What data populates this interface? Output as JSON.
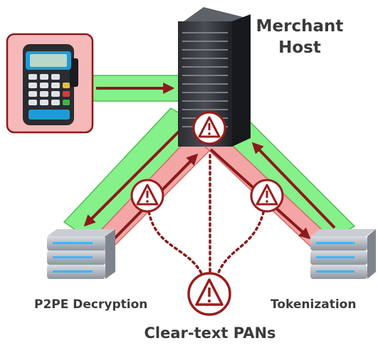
{
  "labels": {
    "merchant_host_line1": "Merchant",
    "merchant_host_line2": "Host",
    "p2pe": "P2PE Decryption",
    "tokenization": "Tokenization",
    "clear_text": "Clear-text PANs"
  },
  "icons": {
    "terminal": "payment-terminal-icon",
    "merchant_server": "server-rack-icon",
    "p2pe_server": "server-stack-icon",
    "token_server": "server-stack-icon",
    "warning": "warning-triangle-icon"
  },
  "colors": {
    "green_path": "#86f08a",
    "green_stroke": "#4bbf50",
    "red_path": "#f4a6a6",
    "red_stroke": "#d46a6a",
    "arrow": "#8b1a1a",
    "warning_red": "#9b1c1c",
    "terminal_box": "#f5b9b9",
    "text": "#3a3a3a"
  }
}
